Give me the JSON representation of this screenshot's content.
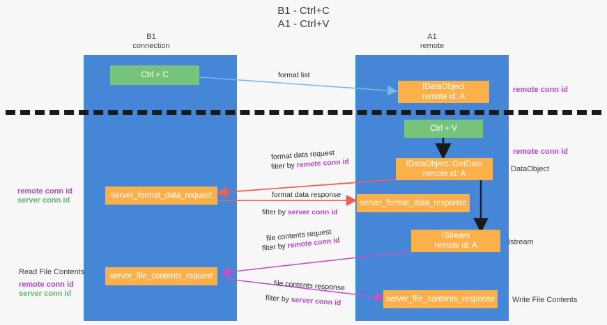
{
  "title": "B1 - Ctrl+C\nA1 - Ctrl+V",
  "columns": {
    "left": "B1\nconnection",
    "right": "A1\nremote"
  },
  "colors": {
    "lane": "#4586d6",
    "green_node": "#76c47c",
    "orange_node": "#fbb04a",
    "remote_conn_id": "#b248c8",
    "server_conn_id": "#63b36b",
    "divider": "#1a1a1a",
    "arrow_format_list": "#7ab6e8",
    "arrow_format_data": "#e8625a",
    "arrow_file_contents": "#c64fc8",
    "arrow_black": "#1a1a1a"
  },
  "nodes": {
    "ctrl_c": "Ctrl + C",
    "ctrl_v": "Ctrl + V",
    "idataobject": "IDataObject\nremote id: A",
    "idataobject_getdata": "IDataObject::GetData\nremote id: A",
    "server_format_data_request": "server_format_data_request",
    "server_format_data_response": "server_format_data_response",
    "istream": "IStream\nremote id: A",
    "server_file_contents_request": "server_file_contents_request",
    "server_file_contents_response": "server_file_contents_response"
  },
  "right_labels": {
    "remote_conn_id_top": "remote conn id",
    "remote_conn_id_mid": "remote conn id",
    "dataobject": "DataObject",
    "istream": "Istream",
    "write_file_contents": "Write File Contents"
  },
  "left_labels": {
    "remote_conn_id": "remote conn id",
    "server_conn_id": "server conn id",
    "read_file_contents": "Read File Contents",
    "remote_conn_id_2": "remote conn id",
    "server_conn_id_2": "server conn id"
  },
  "arrow_labels": {
    "format_list": "format list",
    "format_data_request": "format data request",
    "format_data_request_filter_prefix": "filter by ",
    "format_data_request_filter_value": "remote conn id",
    "format_data_response": "format data response",
    "format_data_response_filter_prefix": "filter by ",
    "format_data_response_filter_value": "server conn id",
    "file_contents_request": "file contents request",
    "file_contents_request_filter_prefix": "filter by ",
    "file_contents_request_filter_value": "remote conn id",
    "file_contents_response": "file contents response",
    "file_contents_response_filter_prefix": "filter by ",
    "file_contents_response_filter_value": "server conn id"
  }
}
